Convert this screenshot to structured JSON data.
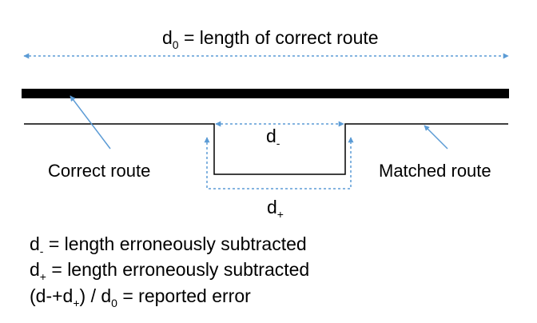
{
  "title": {
    "base": "d",
    "sub": "0",
    "rest": " = length of correct route"
  },
  "labels": {
    "correct_route": "Correct route",
    "matched_route": "Matched route",
    "d_minus": {
      "base": "d",
      "sub": "-"
    },
    "d_plus": {
      "base": "d",
      "sub": "+"
    }
  },
  "legend": {
    "line1": {
      "base": "d",
      "sub": "-",
      "rest": " = length erroneously subtracted"
    },
    "line2": {
      "base": "d",
      "sub": "+",
      "rest": " = length erroneously subtracted"
    },
    "line3": {
      "pre": "(d-+d",
      "sub1": "+",
      "mid": ") / d",
      "sub2": "0",
      "rest": " = reported error"
    }
  },
  "colors": {
    "arrow": "#5b9bd5",
    "line": "#000000"
  }
}
